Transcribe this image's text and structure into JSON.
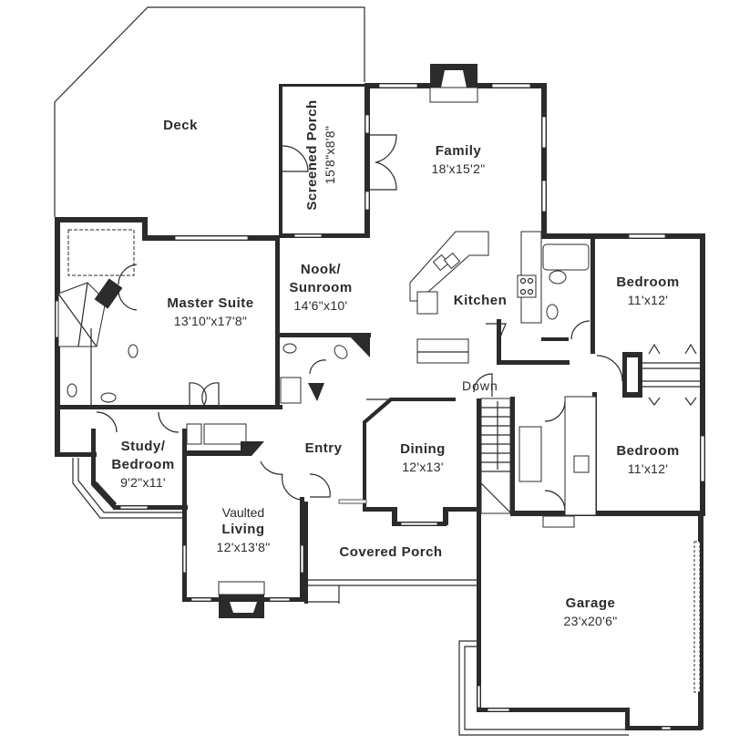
{
  "plan": {
    "rooms": {
      "deck": {
        "name": "Deck"
      },
      "screened_porch": {
        "name": "Screened Porch",
        "dims": "15'8\"x8'8\""
      },
      "family": {
        "name": "Family",
        "dims": "18'x15'2\""
      },
      "nook": {
        "name_line1": "Nook/",
        "name_line2": "Sunroom",
        "dims": "14'6\"x10'"
      },
      "master_suite": {
        "name": "Master Suite",
        "dims": "13'10\"x17'8\""
      },
      "kitchen": {
        "name": "Kitchen"
      },
      "bedroom_upper": {
        "name": "Bedroom",
        "dims": "11'x12'"
      },
      "bedroom_lower": {
        "name": "Bedroom",
        "dims": "11'x12'"
      },
      "study": {
        "name_line1": "Study/",
        "name_line2": "Bedroom",
        "dims": "9'2\"x11'"
      },
      "entry": {
        "name": "Entry"
      },
      "dining": {
        "name": "Dining",
        "dims": "12'x13'"
      },
      "living": {
        "prefix": "Vaulted",
        "name": "Living",
        "dims": "12'x13'8\""
      },
      "covered_porch": {
        "name": "Covered Porch"
      },
      "garage": {
        "name": "Garage",
        "dims": "23'x20'6\""
      }
    },
    "stair_label": "Down",
    "colors": {
      "wall": "#2b2b2b",
      "background": "#ffffff"
    }
  }
}
